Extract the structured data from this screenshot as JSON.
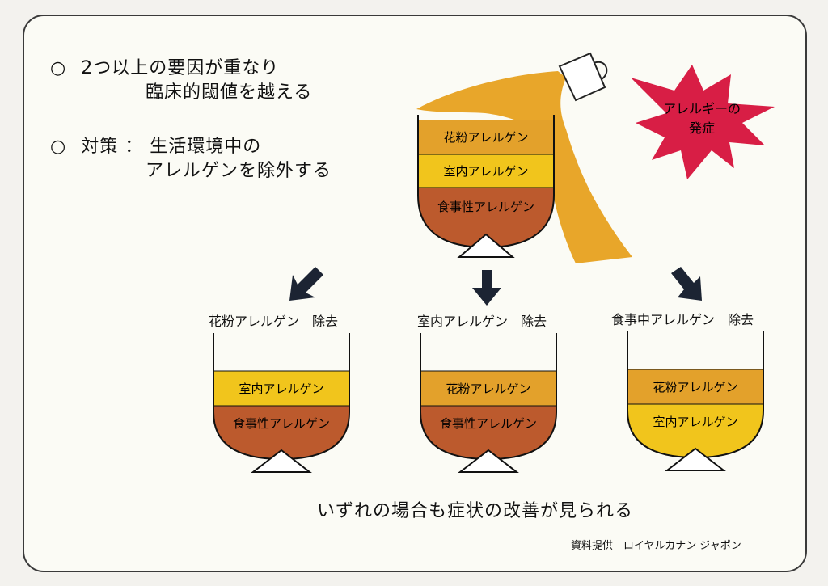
{
  "bullets": [
    {
      "mark": "○",
      "line1": "2つ以上の要因が重なり",
      "line2": "臨床的閾値を越える"
    },
    {
      "mark": "○",
      "line1": "対策 ：  生活環境中の",
      "line2": "アレルゲンを除外する"
    }
  ],
  "burst": {
    "line1": "アレルギーの",
    "line2": "発症"
  },
  "main_glass": {
    "layers": [
      "花粉アレルゲン",
      "室内アレルゲン",
      "食事性アレルゲン"
    ]
  },
  "results": [
    {
      "label": "花粉アレルゲン　除去",
      "layers": [
        "室内アレルゲン",
        "食事性アレルゲン"
      ]
    },
    {
      "label": "室内アレルゲン　除去",
      "layers": [
        "花粉アレルゲン",
        "食事性アレルゲン"
      ]
    },
    {
      "label": "食事中アレルゲン　除去",
      "layers": [
        "花粉アレルゲン",
        "室内アレルゲン"
      ]
    }
  ],
  "conclusion": "いずれの場合も症状の改善が見られる",
  "credit": "資料提供　ロイヤルカナン ジャポン",
  "colors": {
    "pollen": "#e3a12b",
    "indoor": "#f1c51c",
    "food": "#bc5a2d",
    "spill": "#e8a62a",
    "burst": "#d81e45"
  }
}
